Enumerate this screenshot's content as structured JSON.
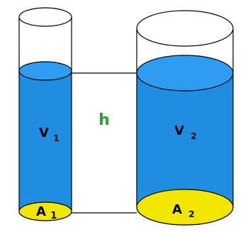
{
  "labels": {
    "height": "h",
    "volume_1": {
      "main": "V",
      "sub": "1"
    },
    "volume_2": {
      "main": "V",
      "sub": "2"
    },
    "area_1": {
      "main": "A",
      "sub": "1"
    },
    "area_2": {
      "main": "A",
      "sub": "2"
    }
  },
  "colors": {
    "water": "#1f8ee0",
    "water_surface": "#2e9cf0",
    "base_ellipse": "#f2e600",
    "height_label": "#2e9e2e",
    "outline": "#000000",
    "background": "#ffffff"
  }
}
